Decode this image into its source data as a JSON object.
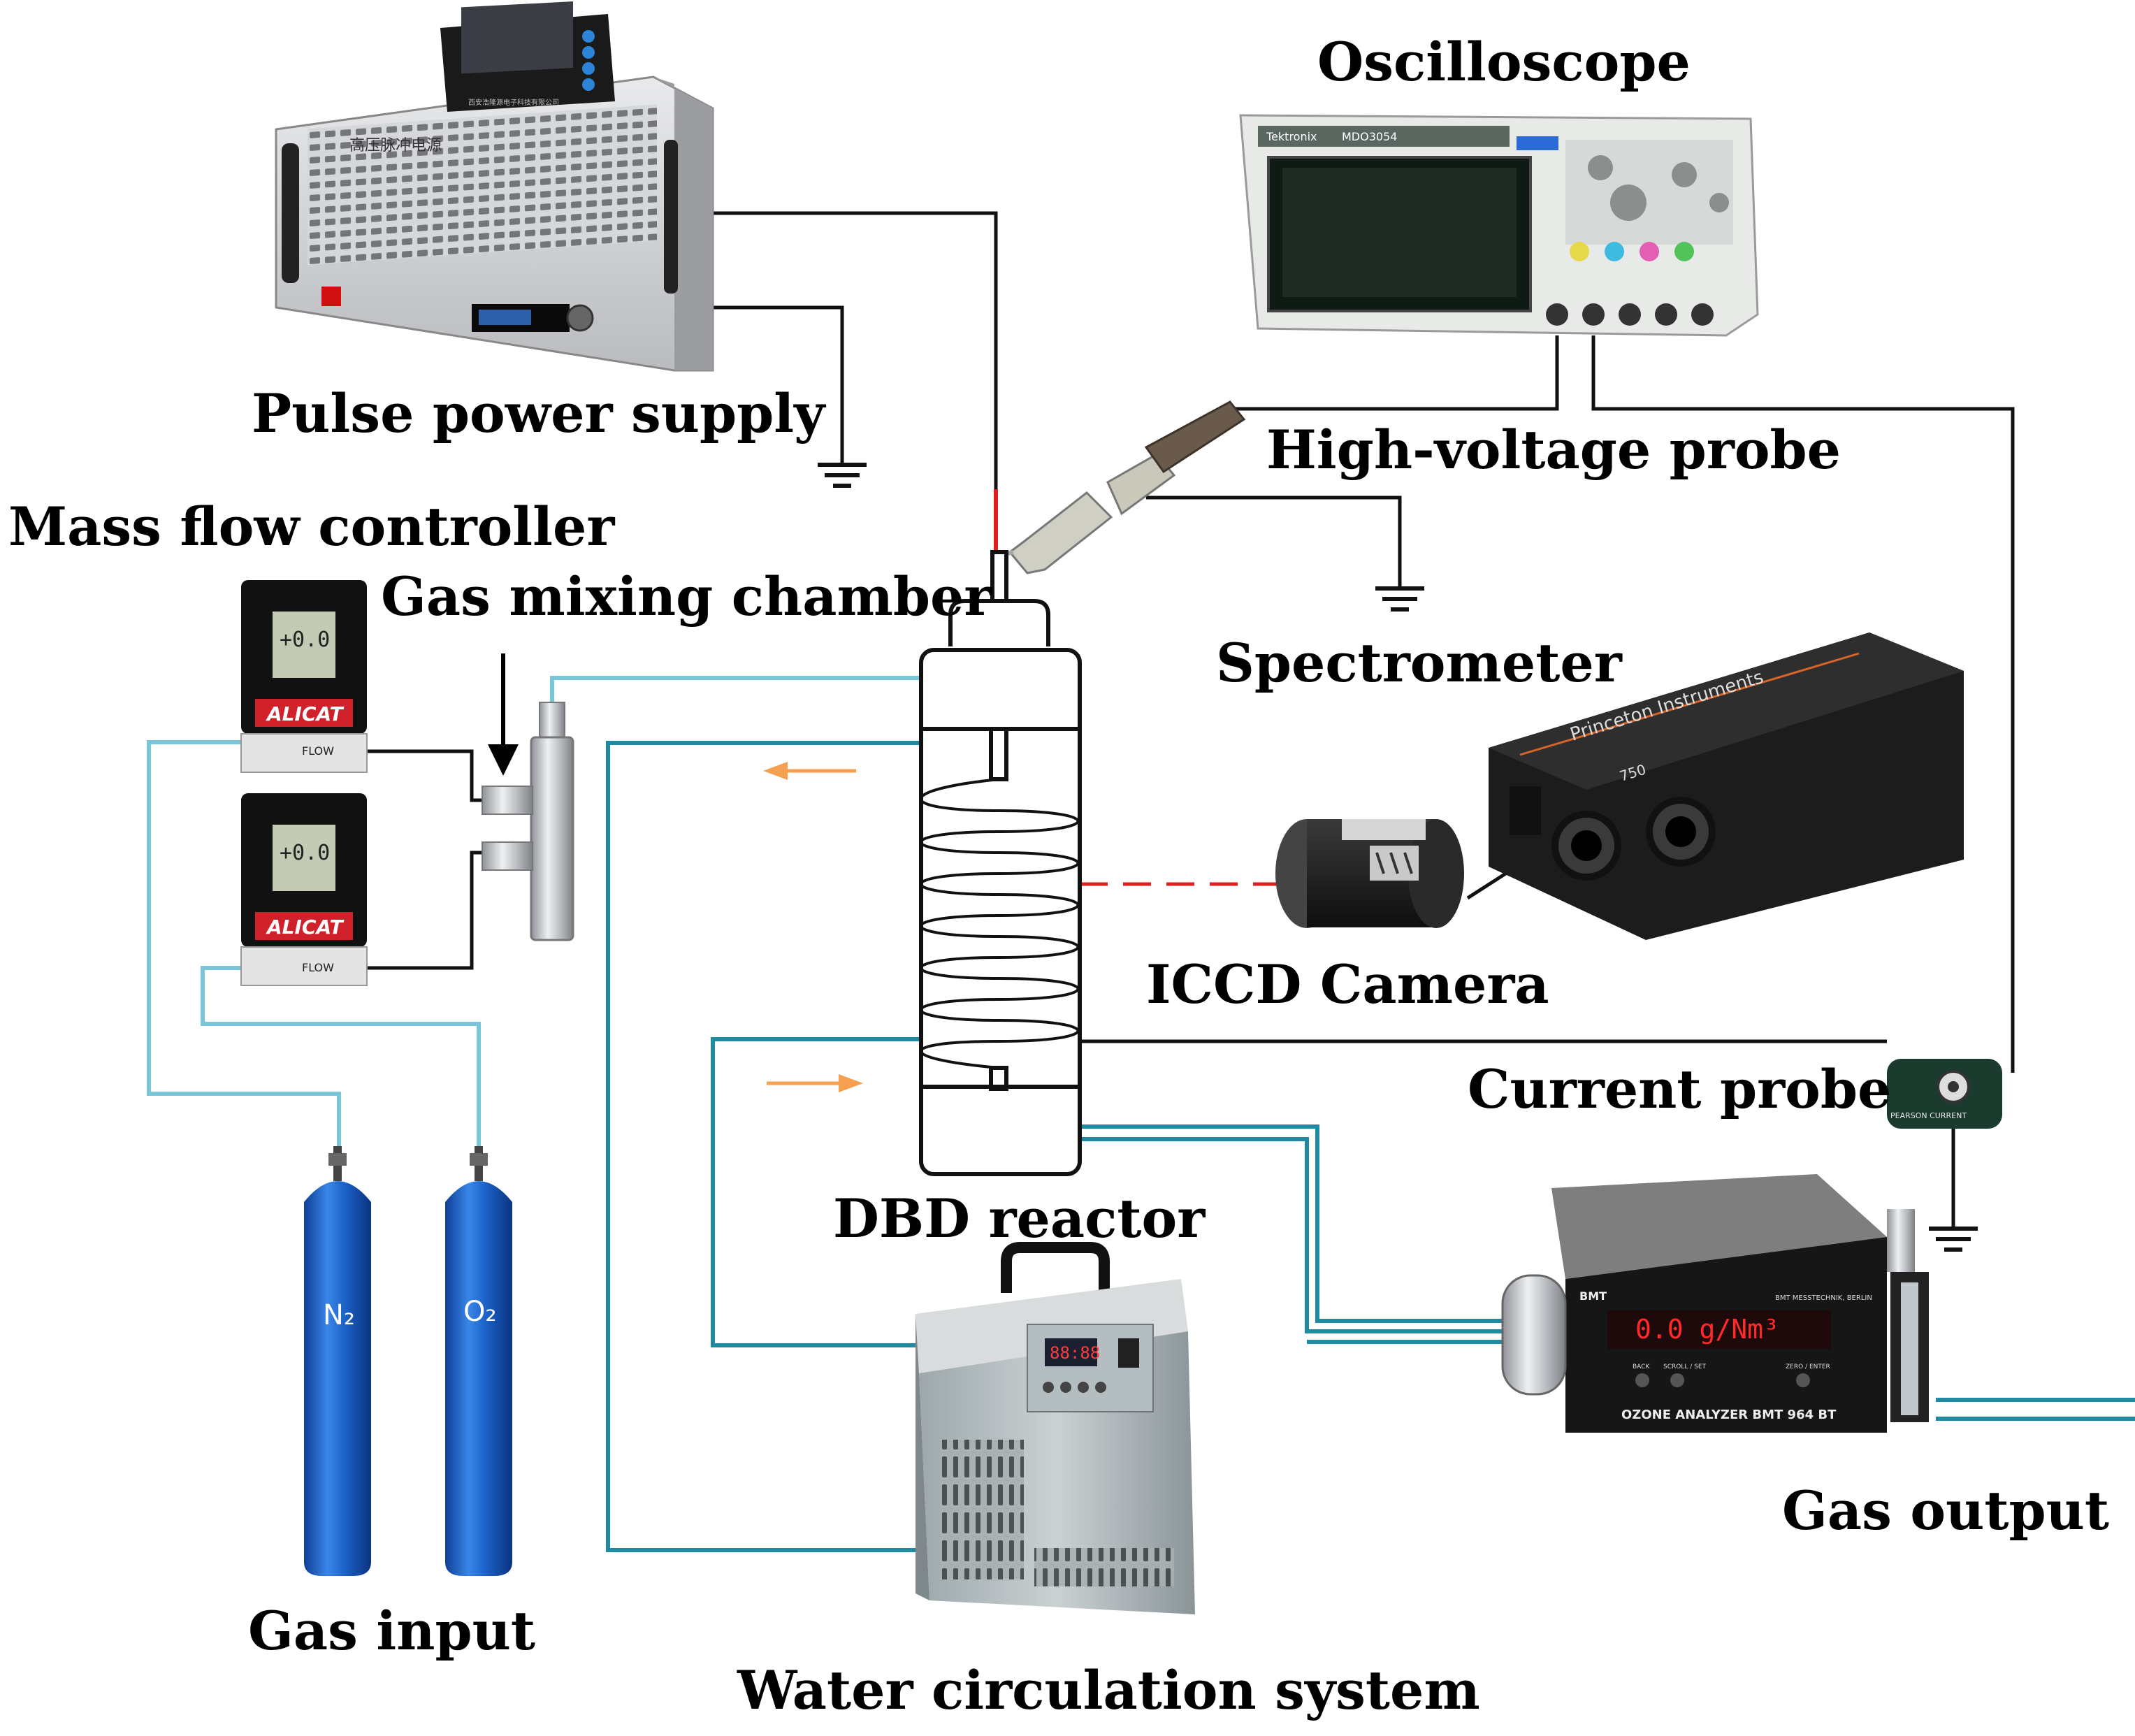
{
  "labels": {
    "pulse_power_supply": "Pulse power supply",
    "oscilloscope": "Oscilloscope",
    "high_voltage_probe": "High-voltage probe",
    "mass_flow_controller": "Mass flow controller",
    "gas_mixing_chamber": "Gas mixing chamber",
    "spectrometer": "Spectrometer",
    "iccd_camera": "ICCD Camera",
    "current_probe": "Current probe",
    "dbd_reactor": "DBD reactor",
    "gas_input": "Gas input",
    "gas_output": "Gas output",
    "water_circulation_system": "Water circulation system"
  },
  "devices": {
    "power_supply_brand": "高压脉冲电源",
    "power_supply_controller_text": "西安浩隆源电子科技有限公司",
    "oscilloscope_brand": "Tektronix",
    "oscilloscope_model": "MDO3054",
    "spectrometer_brand": "Princeton Instruments",
    "spectrometer_model": "750",
    "mfc_brand": "ALICAT",
    "mfc_display": "+0.0",
    "mfc_flow_label": "FLOW",
    "cylinder_n2": "N₂",
    "cylinder_o2": "O₂",
    "ozone_display": "0.0 g/Nm³",
    "ozone_model": "OZONE ANALYZER BMT 964 BT",
    "ozone_brand": "BMT",
    "ozone_maker": "BMT MESSTECHNIK, BERLIN",
    "ozone_btn_back": "BACK",
    "ozone_btn_scroll": "SCROLL / SET",
    "ozone_btn_zero": "ZERO / ENTER",
    "current_probe_brand": "PEARSON CURRENT",
    "chiller_display": "88:88"
  },
  "colors": {
    "gas_line": "#78c6d8",
    "water_line": "#1f8aa0",
    "signal_line": "#111111",
    "laser_line": "#e02020",
    "flow_arrow": "#f5a050",
    "cylinder": "#1c62c8",
    "ozone_display": "#ff2a2a"
  }
}
